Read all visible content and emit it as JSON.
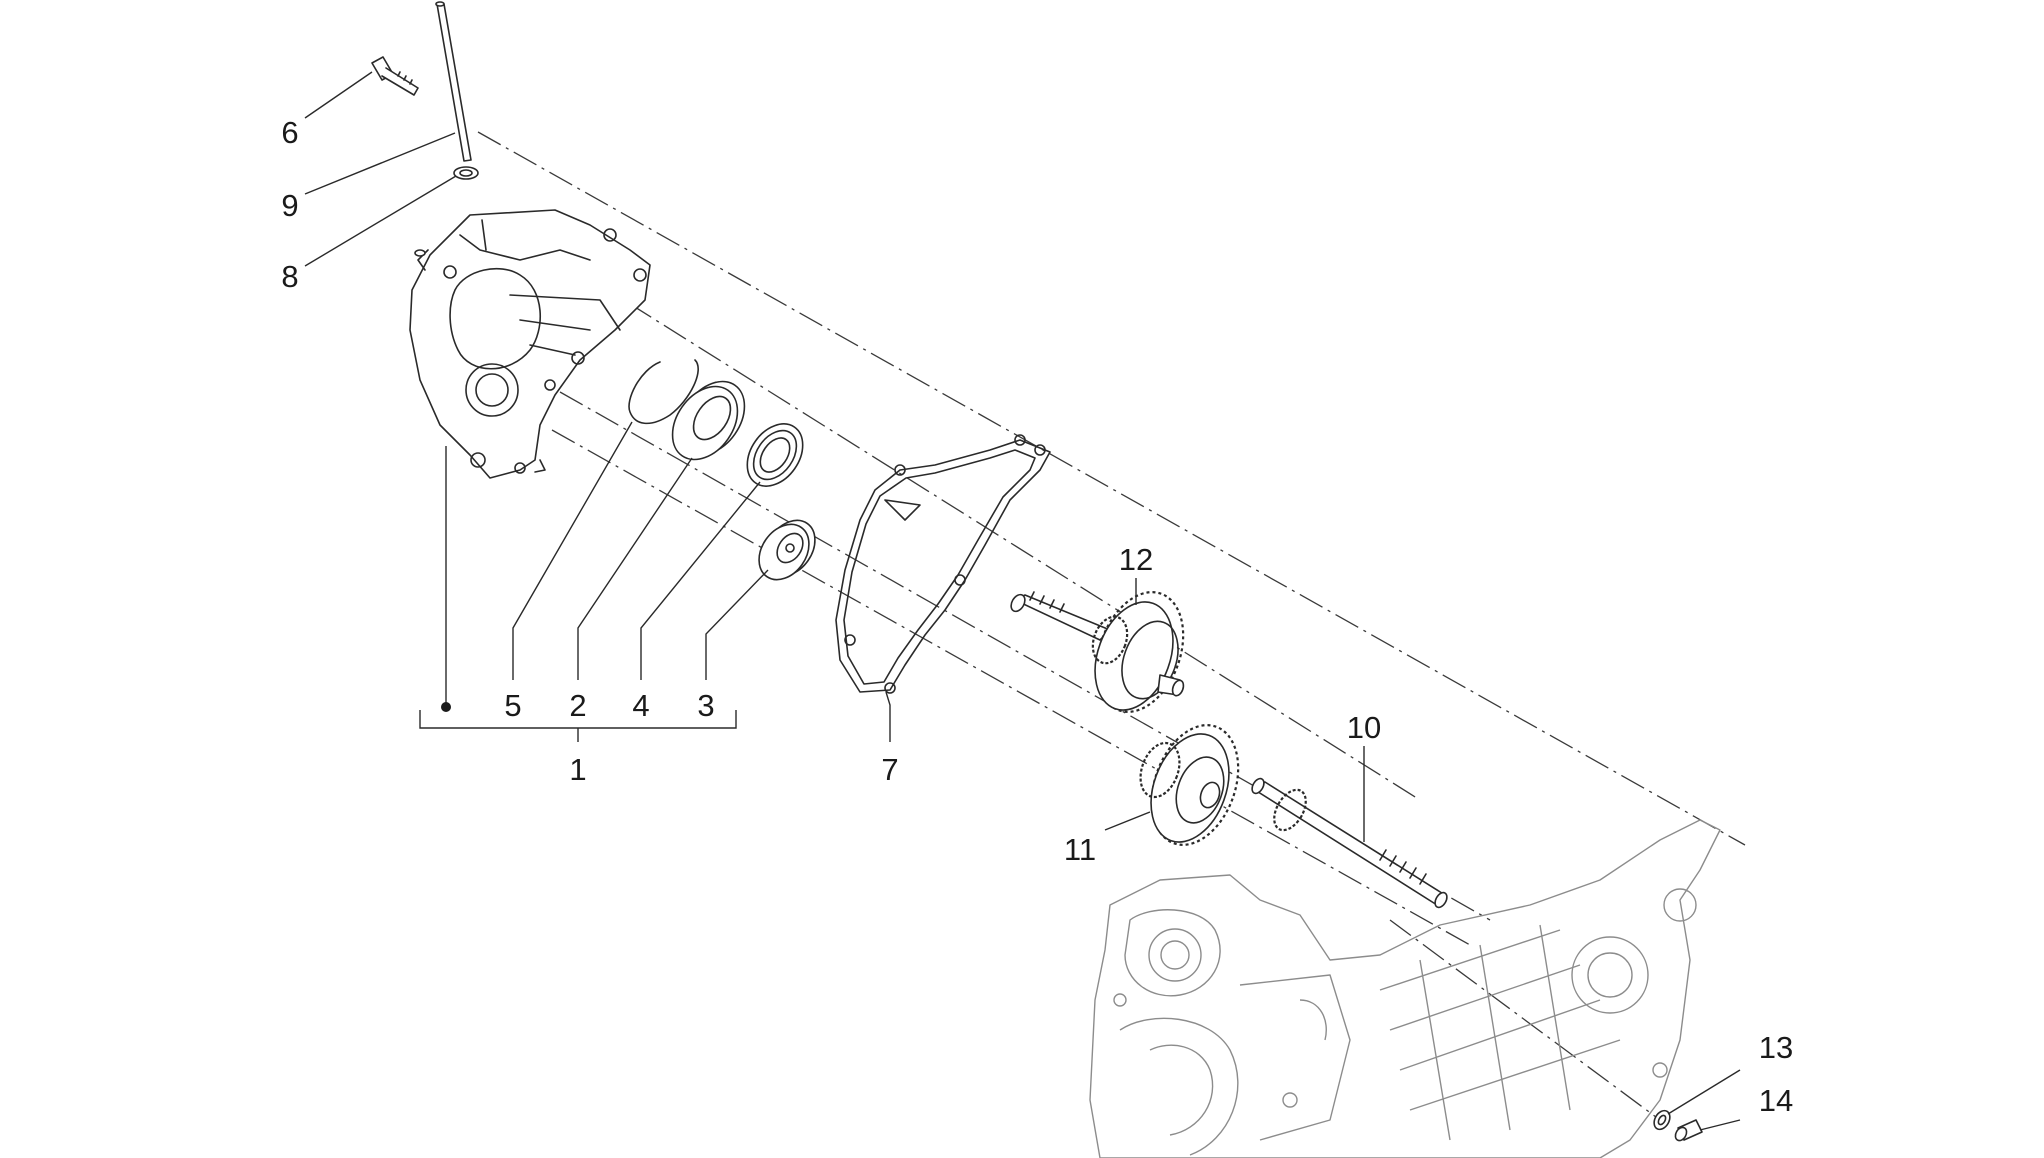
{
  "callouts": {
    "c1": "1",
    "c2": "2",
    "c3": "3",
    "c4": "4",
    "c5": "5",
    "c6": "6",
    "c7": "7",
    "c8": "8",
    "c9": "9",
    "c10": "10",
    "c11": "11",
    "c12": "12",
    "c13": "13",
    "c14": "14"
  },
  "colors": {
    "background": "#ffffff",
    "line": "#2a2a2a",
    "crankcase": "#8c8c8c"
  }
}
